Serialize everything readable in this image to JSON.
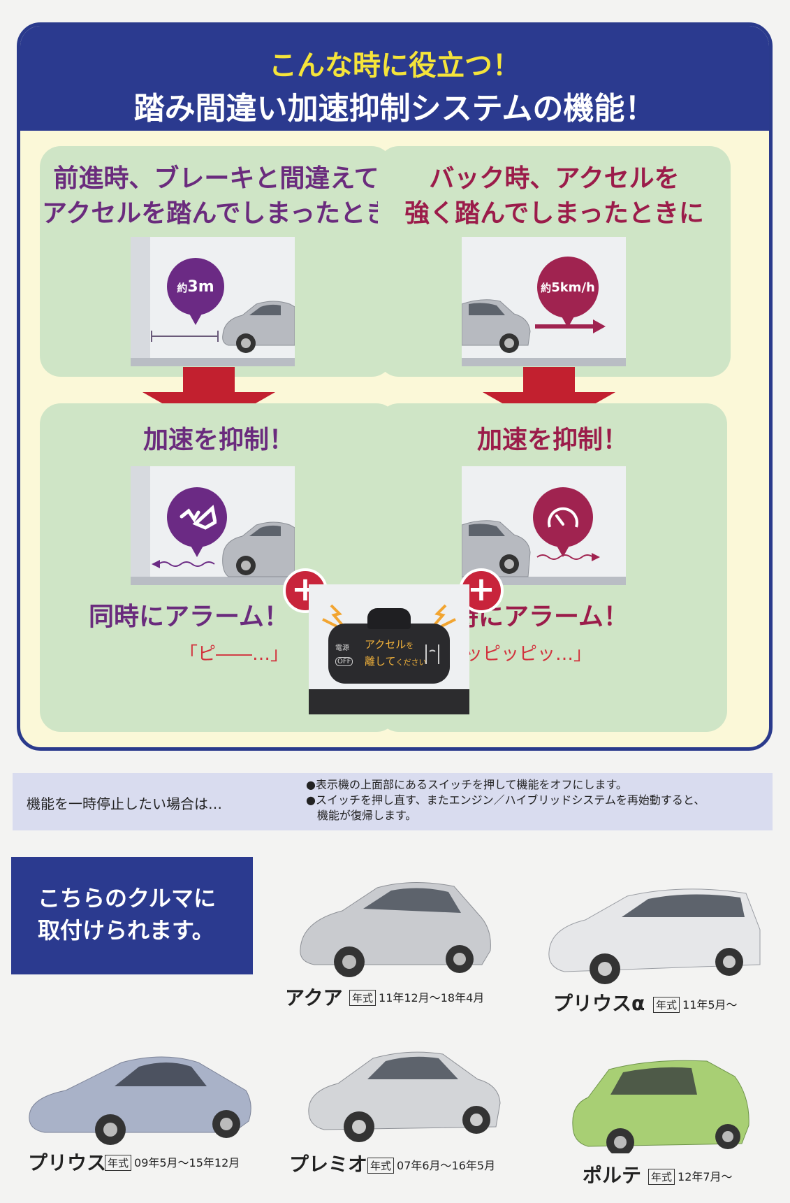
{
  "header": {
    "subtitle": "こんな時に役立つ！",
    "title": "踏み間違い加速抑制システムの機能！"
  },
  "left_column": {
    "scenario": "前進時、ブレーキと間違えてアクセルを踏んでしまったときに",
    "scenario_line1": "前進時、ブレーキと間違えて",
    "scenario_line2": "アクセルを踏んでしまったときに",
    "distance_prefix": "約",
    "distance_value": "3m",
    "result": "加速を抑制！",
    "alarm_title": "同時にアラーム！",
    "alarm_sound": "「ピ――…」"
  },
  "right_column": {
    "scenario_line1": "バック時、アクセルを",
    "scenario_line2": "強く踏んでしまったときに",
    "speed_prefix": "約",
    "speed_value": "5km/h",
    "result": "加速を抑制！",
    "alarm_title": "同時にアラーム！",
    "alarm_sound": "「ピッピッピッ…」"
  },
  "device": {
    "power_label": "電源",
    "off_label": "OFF",
    "display_line1": "アクセル",
    "display_line1_suffix": "を",
    "display_line2": "離して",
    "display_line2_suffix": "ください"
  },
  "info": {
    "lead": "機能を一時停止したい場合は…",
    "bullet1": "●表示機の上面部にあるスイッチを押して機能をオフにします。",
    "bullet2": "●スイッチを押し直す、またエンジン／ハイブリッドシステムを再始動すると、",
    "bullet2_cont": "機能が復帰します。"
  },
  "compatible": {
    "heading_line1": "こちらのクルマに",
    "heading_line2": "取付けられます。",
    "year_tag": "年式",
    "cars": [
      {
        "name": "アクア",
        "years": "11年12月～18年4月",
        "color": "#c9cbcf"
      },
      {
        "name": "プリウスα",
        "years": "11年5月～",
        "color": "#e6e7e9"
      },
      {
        "name": "プリウス",
        "years": "09年5月～15年12月",
        "color": "#a9b2c8"
      },
      {
        "name": "プレミオ",
        "years": "07年6月～16年5月",
        "color": "#d3d5d8"
      },
      {
        "name": "ポルテ",
        "years": "12年7月～",
        "color": "#a8cf74"
      }
    ]
  },
  "colors": {
    "navy": "#2b3a8f",
    "purple": "#6a2b7d",
    "crimson": "#9b1c4a",
    "red": "#c8243b",
    "card_green": "#cfe5c6",
    "panel_cream": "#fbf8d8"
  }
}
